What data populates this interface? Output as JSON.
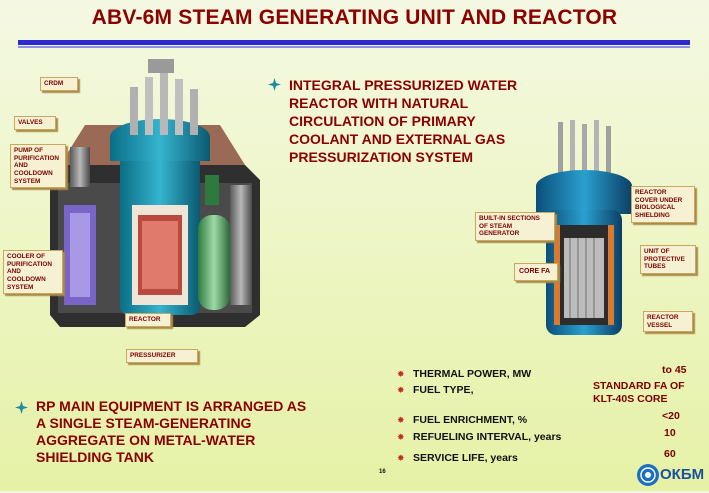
{
  "title": "ABV-6M STEAM GENERATING UNIT AND REACTOR",
  "integral_text": {
    "line1": "INTEGRAL PRESSURIZED WATER",
    "line2": "REACTOR WITH NATURAL",
    "line3": "CIRCULATION OF PRIMARY",
    "line4": "COOLANT AND EXTERNAL GAS",
    "line5": "PRESSURIZATION  SYSTEM"
  },
  "equipment_text": {
    "line1": "RP MAIN EQUIPMENT IS ARRANGED AS",
    "line2": "A SINGLE STEAM-GENERATING",
    "line3": "AGGREGATE ON METAL-WATER",
    "line4": "SHIELDING TANK"
  },
  "left_labels": {
    "crdm": "CRDM",
    "valves": "VALVES",
    "pump": [
      "PUMP OF",
      "PURIFICATION",
      "AND",
      "COOLDOWN",
      "SYSTEM"
    ],
    "cooler": [
      "COOLER OF",
      "PURIFICATION",
      "AND",
      "COOLDOWN",
      "SYSTEM"
    ],
    "reactor": "REACTOR",
    "pressurizer": "PRESSURIZER"
  },
  "right_labels": {
    "cover": [
      "REACTOR",
      "COVER UNDER",
      "BIOLOGICAL",
      "SHIELDING"
    ],
    "steam_gen": [
      "BUILT-IN SECTIONS",
      "OF STEAM",
      "GENERATOR"
    ],
    "core": "CORE FA",
    "tubes": [
      "UNIT OF",
      "PROTECTIVE",
      "TUBES"
    ],
    "vessel": [
      "REACTOR",
      "VESSEL"
    ]
  },
  "specs": [
    {
      "label": "THERMAL POWER, MW",
      "value": "to 45",
      "value2": ""
    },
    {
      "label": "FUEL TYPE,",
      "value": "STANDARD FA OF",
      "value2": "KLT-40S CORE"
    },
    {
      "label": "FUEL ENRICHMENT, %",
      "value": "<20",
      "value2": ""
    },
    {
      "label": "REFUELING INTERVAL, years",
      "value": "10",
      "value2": ""
    },
    {
      "label": "SERVICE LIFE, years",
      "value": "60",
      "value2": ""
    }
  ],
  "page_number": "16",
  "logo_text": "ОКБМ",
  "colors": {
    "title": "#8b0000",
    "rule": "#2a2ad0",
    "bullet": "#1a8ea0",
    "spec_bullet": "#c03020"
  }
}
